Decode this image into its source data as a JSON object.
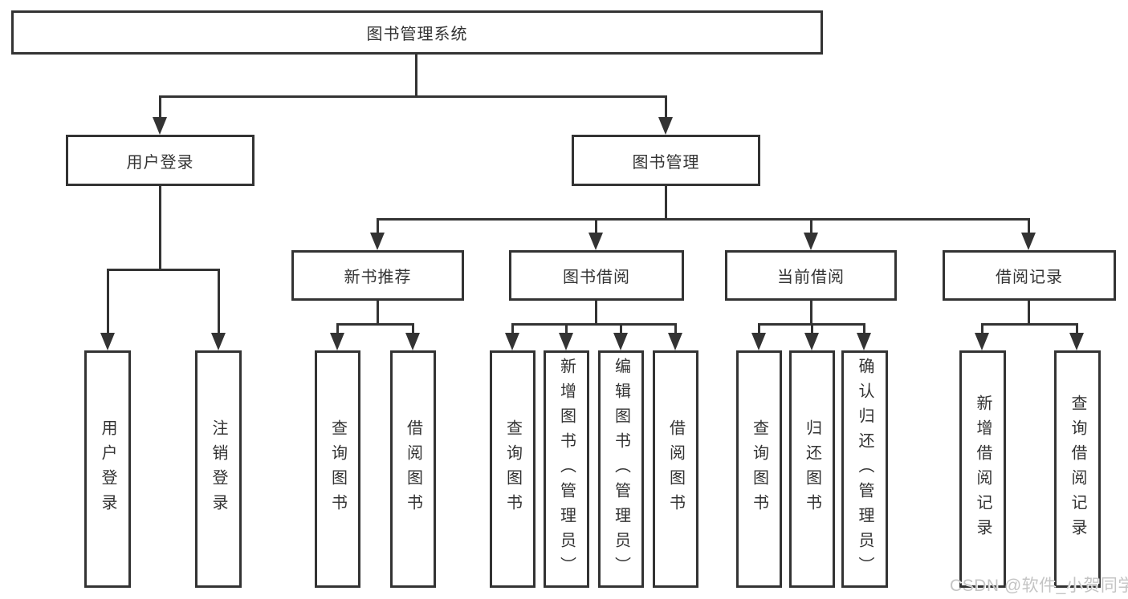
{
  "root": {
    "label": "图书管理系统"
  },
  "branches": {
    "user_login": {
      "label": "用户登录",
      "children": [
        "用户登录",
        "注销登录"
      ]
    },
    "book_management": {
      "label": "图书管理"
    }
  },
  "modules": [
    {
      "label": "新书推荐",
      "children": [
        "查询图书",
        "借阅图书"
      ]
    },
    {
      "label": "图书借阅",
      "children": [
        "查询图书",
        "新增图书（管理员）",
        "编辑图书（管理员）",
        "借阅图书"
      ]
    },
    {
      "label": "当前借阅",
      "children": [
        "查询图书",
        "归还图书",
        "确认归还（管理员）"
      ]
    },
    {
      "label": "借阅记录",
      "children": [
        "新增借阅记录",
        "查询借阅记录"
      ]
    }
  ],
  "watermark": {
    "text": "CSDN @软件_小贺同学"
  },
  "colors": {
    "line": "#333333",
    "text": "#333333",
    "background": "#ffffff",
    "watermark": "#c4c4c4"
  }
}
